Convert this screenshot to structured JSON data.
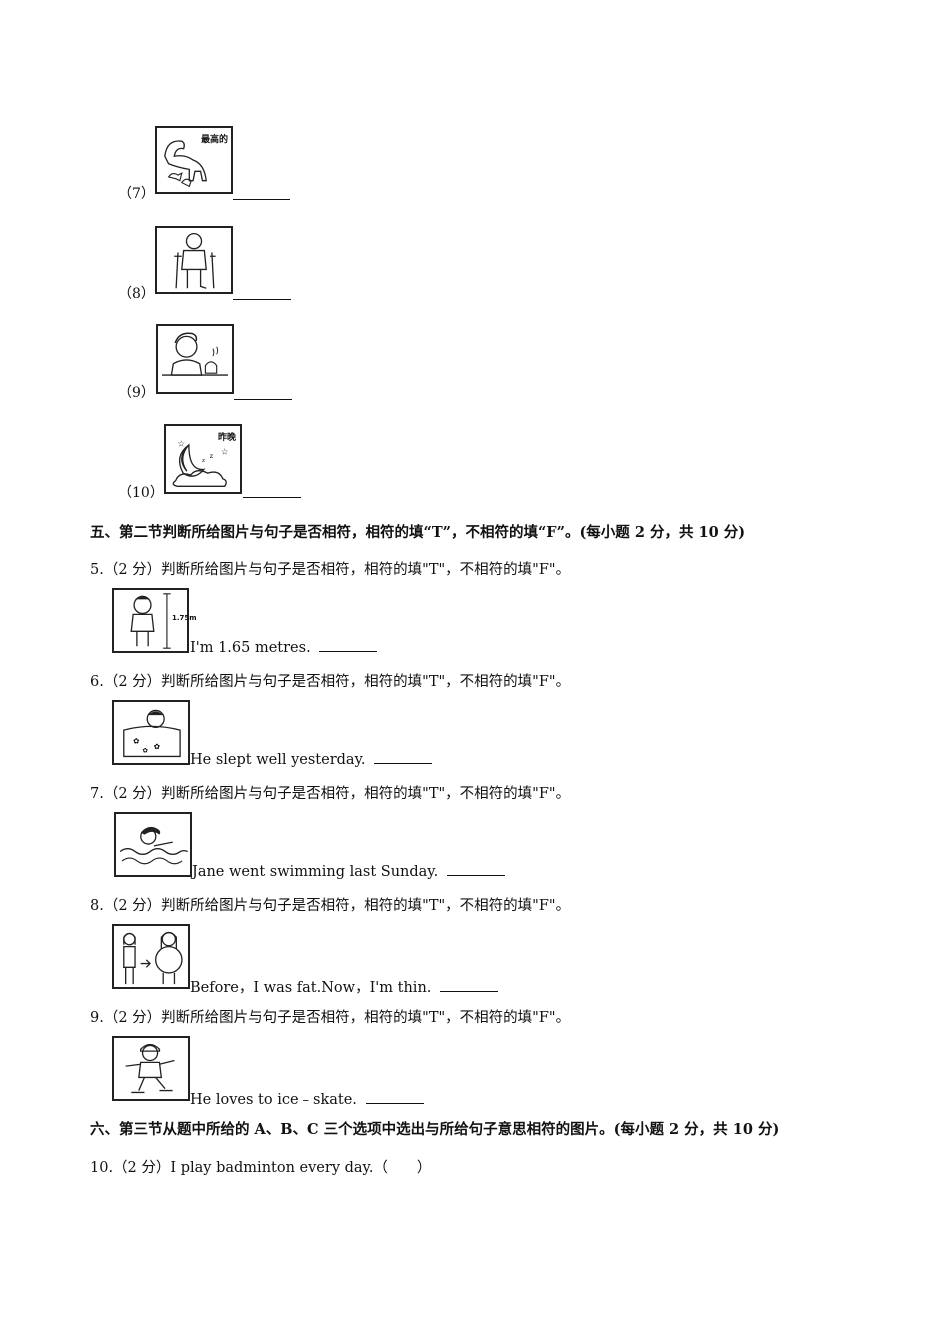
{
  "part4_items": [
    {
      "num": "（7）",
      "picture_text": "最高的",
      "answer": ""
    },
    {
      "num": "（8）",
      "picture_text": "",
      "answer": ""
    },
    {
      "num": "（9）",
      "picture_text": "",
      "answer": ""
    },
    {
      "num": "（10）",
      "picture_text": "昨晚",
      "answer": ""
    }
  ],
  "section5": {
    "heading": "五、第二节判断所给图片与句子是否相符，相符的填“T”，不相符的填“F”。(每小题 2 分，共 10 分)",
    "questions": [
      {
        "stem": "5.（2 分）判断所给图片与句子是否相符，相符的填\"T\"，不相符的填\"F\"。",
        "picture_text": "1.75m",
        "sentence": "I'm 1.65 metres.",
        "answer": ""
      },
      {
        "stem": "6.（2 分）判断所给图片与句子是否相符，相符的填\"T\"，不相符的填\"F\"。",
        "sentence": "He slept well yesterday.",
        "answer": ""
      },
      {
        "stem": "7.（2 分）判断所给图片与句子是否相符，相符的填\"T\"，不相符的填\"F\"。",
        "sentence": "Jane went swimming last Sunday.",
        "answer": ""
      },
      {
        "stem": "8.（2 分）判断所给图片与句子是否相符，相符的填\"T\"，不相符的填\"F\"。",
        "sentence": "Before，I was fat.Now，I'm thin.",
        "answer": ""
      },
      {
        "stem": "9.（2 分）判断所给图片与句子是否相符，相符的填\"T\"，不相符的填\"F\"。",
        "sentence": "He loves to ice﹣skate.",
        "answer": ""
      }
    ]
  },
  "section6": {
    "heading": "六、第三节从题中所给的 A、B、C 三个选项中选出与所给句子意思相符的图片。(每小题 2 分，共 10 分)",
    "questions": [
      {
        "stem": "10.（2 分）I play badminton every day.（　　）"
      }
    ]
  }
}
